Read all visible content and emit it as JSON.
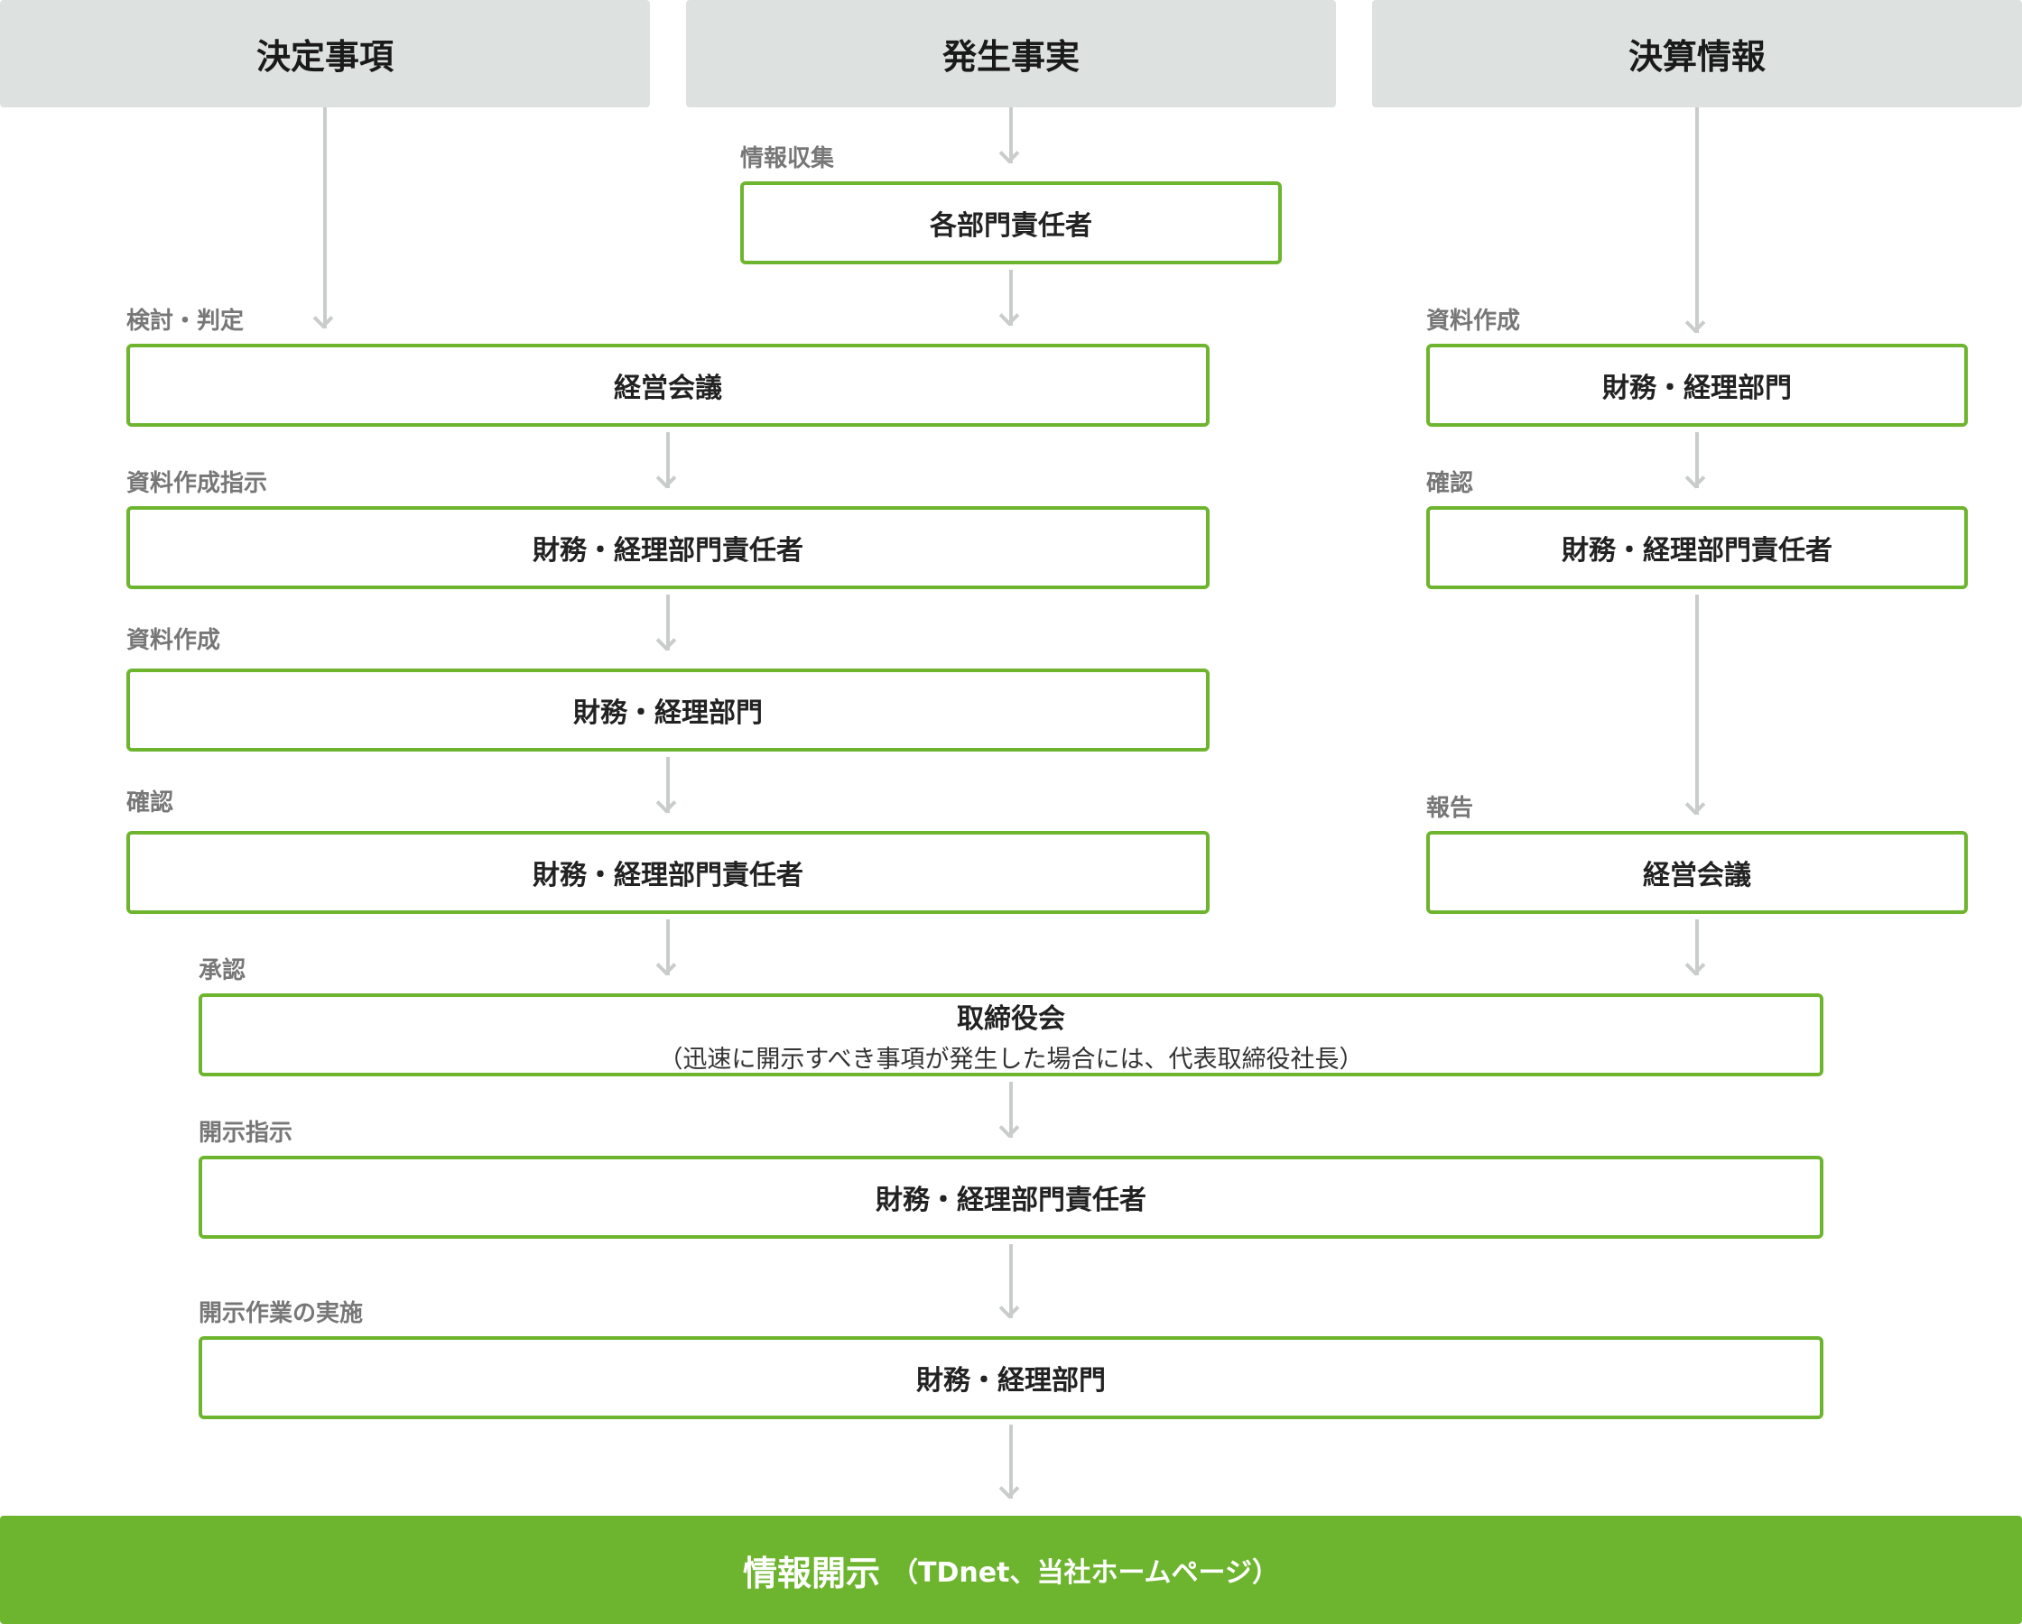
{
  "headers": {
    "decision": "決定事項",
    "occurrence": "発生事実",
    "settlement": "決算情報"
  },
  "labels": {
    "info_collection": "情報収集",
    "review_judgment": "検討・判定",
    "materials_instruction": "資料作成指示",
    "materials_creation": "資料作成",
    "confirmation": "確認",
    "settlement_materials": "資料作成",
    "settlement_confirmation": "確認",
    "report": "報告",
    "approval": "承認",
    "disclosure_instruction": "開示指示",
    "disclosure_work": "開示作業の実施"
  },
  "boxes": {
    "dept_heads": "各部門責任者",
    "mgmt_meeting": "経営会議",
    "finance_head_1": "財務・経理部門責任者",
    "finance_dept_1": "財務・経理部門",
    "finance_head_2": "財務・経理部門責任者",
    "settlement_finance_dept": "財務・経理部門",
    "settlement_finance_head": "財務・経理部門責任者",
    "settlement_mgmt_meeting": "経営会議",
    "board": "取締役会",
    "board_note": "（迅速に開示すべき事項が発生した場合には、代表取締役社長）",
    "finance_head_3": "財務・経理部門責任者",
    "finance_dept_2": "財務・経理部門"
  },
  "final": {
    "title": "情報開示",
    "note": "（TDnet、当社ホームページ）"
  }
}
